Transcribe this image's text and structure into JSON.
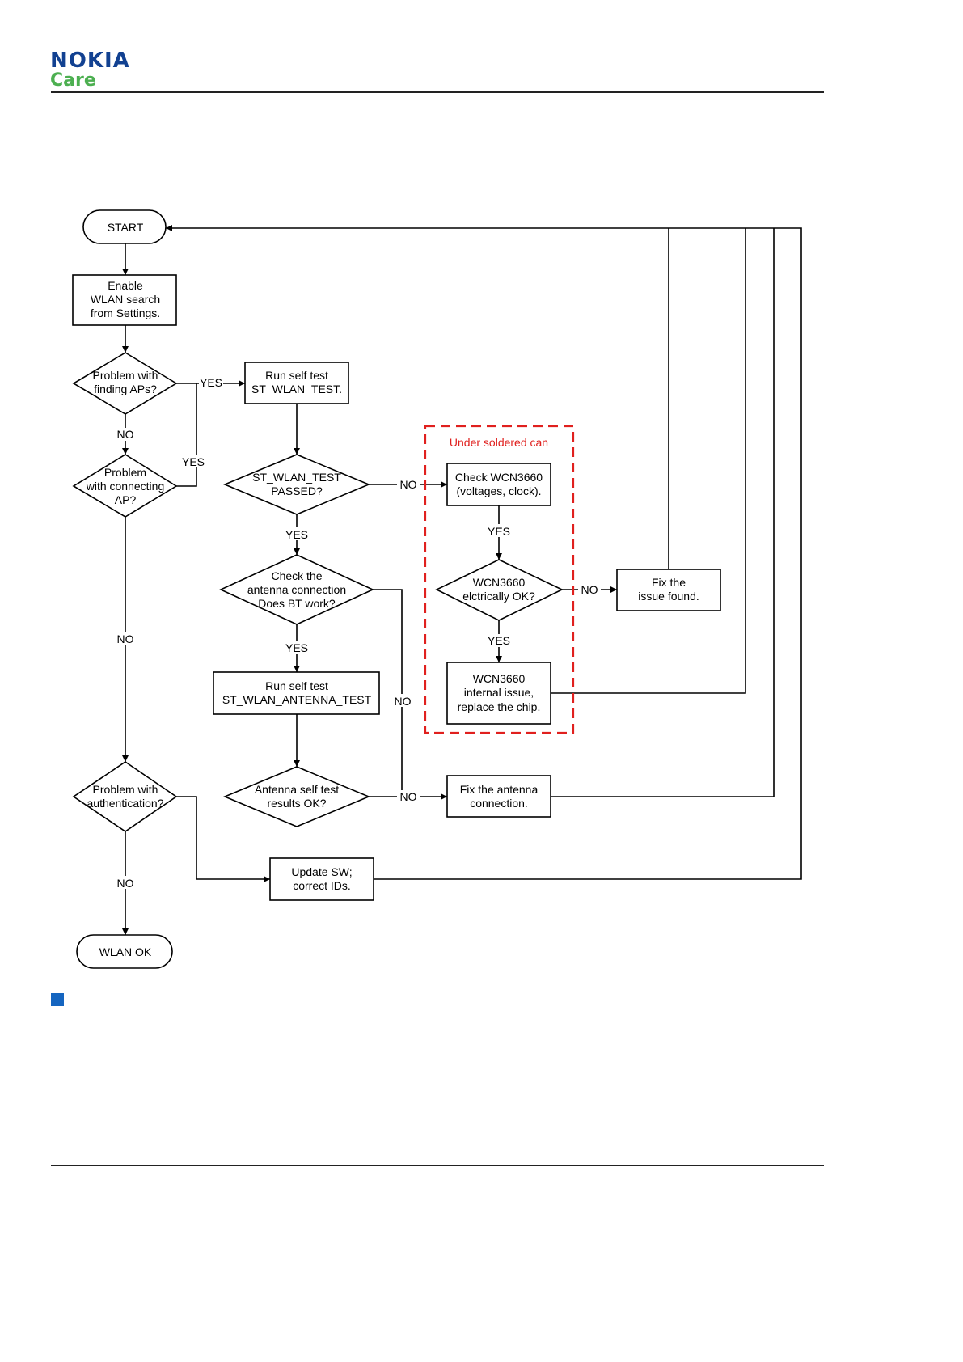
{
  "header": {
    "logo_brand": "NOKIA",
    "logo_sub": "Care",
    "brand_color": "#124191",
    "sub_color": "#4caf50"
  },
  "flow": {
    "start": "START",
    "enable_wlan": [
      "Enable",
      "WLAN search",
      "from Settings."
    ],
    "finding_aps": [
      "Problem with",
      "finding APs?"
    ],
    "connecting_ap": [
      "Problem",
      "with connecting",
      "AP?"
    ],
    "run_wlan_test": [
      "Run self test",
      "ST_WLAN_TEST."
    ],
    "wlan_test_passed": [
      "ST_WLAN_TEST",
      "PASSED?"
    ],
    "check_antenna": [
      "Check the",
      "antenna connection",
      "Does BT work?"
    ],
    "run_antenna_test": [
      "Run self test",
      "ST_WLAN_ANTENNA_TEST"
    ],
    "antenna_results": [
      "Antenna self test",
      "results OK?"
    ],
    "under_soldered_can": "Under soldered can",
    "check_wcn": [
      "Check WCN3660",
      "(voltages, clock)."
    ],
    "wcn_ok": [
      "WCN3660",
      "elctrically OK?"
    ],
    "wcn_internal": [
      "WCN3660",
      "internal issue,",
      "replace the chip."
    ],
    "fix_issue": [
      "Fix the",
      "issue found."
    ],
    "fix_antenna": [
      "Fix the antenna",
      "connection."
    ],
    "authentication": [
      "Problem with",
      "authentication?"
    ],
    "update_sw": [
      "Update SW;",
      "correct IDs."
    ],
    "wlan_ok": "WLAN OK",
    "yes": "YES",
    "no": "NO"
  },
  "colors": {
    "can_border": "#e0201e",
    "bullet": "#1565c0"
  }
}
